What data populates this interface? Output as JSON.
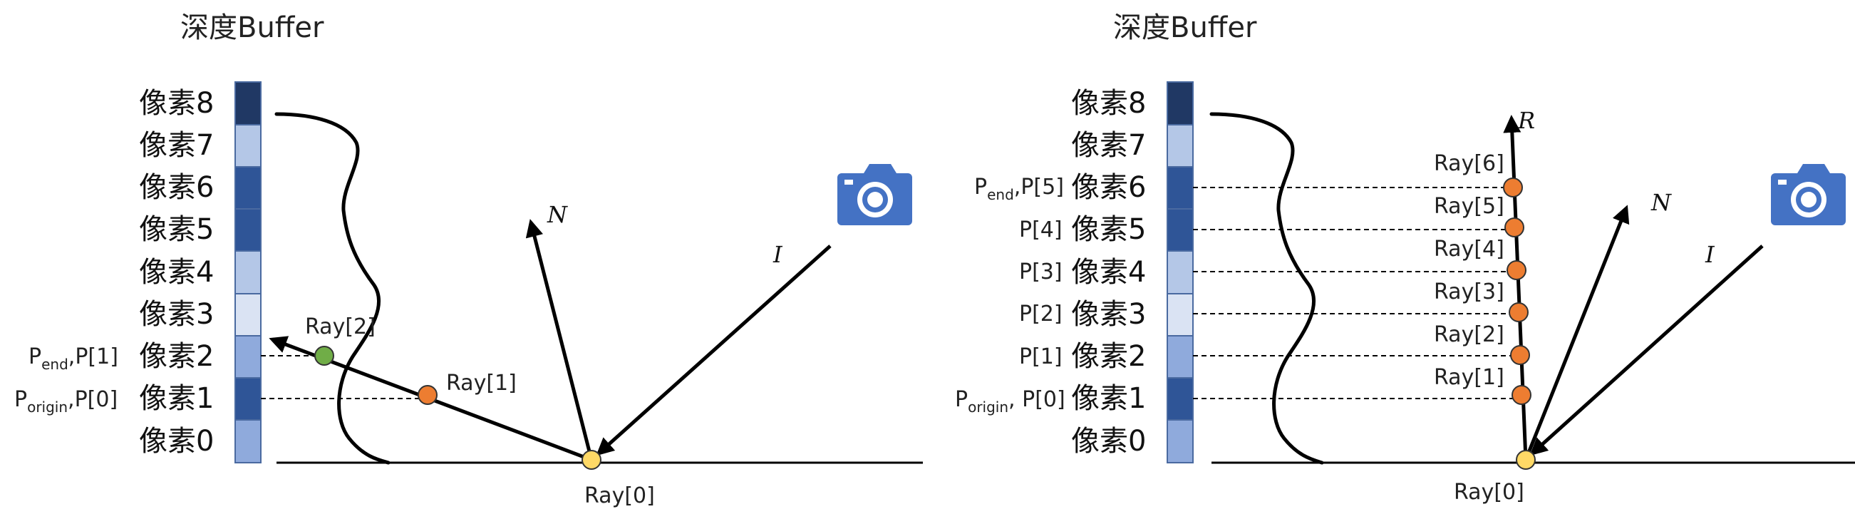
{
  "colors": {
    "pixel_dark": "#203864",
    "pixel_mid": "#2F5597",
    "pixel_light": "#B4C7E7",
    "pixel_lighter": "#DAE3F3",
    "pixel_soft": "#8FAADC",
    "ray_orange": "#ED7D31",
    "ray_green": "#70AD47",
    "ray_yellow": "#FFD966",
    "camera_blue": "#4472C4",
    "line": "#000000"
  },
  "icons": {
    "camera": "camera-icon"
  },
  "left": {
    "title": "深度Buffer",
    "pixels": [
      "像素8",
      "像素7",
      "像素6",
      "像素5",
      "像素4",
      "像素3",
      "像素2",
      "像素1",
      "像素0"
    ],
    "labels": {
      "row2_main": "P",
      "row2_sub": "end",
      "row2_rest": ",P[1]",
      "row1_main": "P",
      "row1_sub": "origin",
      "row1_rest": ",P[0]"
    },
    "rays": [
      "Ray[2]",
      "Ray[1]",
      "Ray[0]"
    ],
    "vectors": {
      "normal": "N",
      "incident": "I"
    }
  },
  "right": {
    "title": "深度Buffer",
    "pixels": [
      "像素8",
      "像素7",
      "像素6",
      "像素5",
      "像素4",
      "像素3",
      "像素2",
      "像素1",
      "像素0"
    ],
    "labels": {
      "row6_main": "P",
      "row6_sub": "end",
      "row6_rest": ",P[5]",
      "row5": "P[4]",
      "row4": "P[3]",
      "row3": "P[2]",
      "row2": "P[1]",
      "row1_main": "P",
      "row1_sub": "origin",
      "row1_rest": ", P[0]"
    },
    "rays": [
      "Ray[6]",
      "Ray[5]",
      "Ray[4]",
      "Ray[3]",
      "Ray[2]",
      "Ray[1]",
      "Ray[0]"
    ],
    "vectors": {
      "reflect": "R",
      "normal": "N",
      "incident": "I"
    }
  }
}
